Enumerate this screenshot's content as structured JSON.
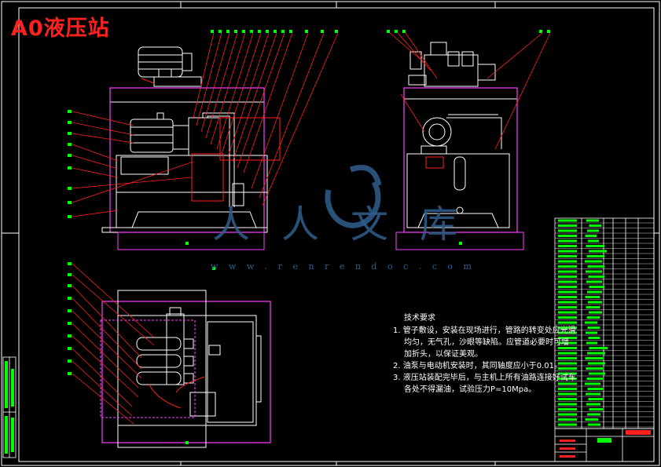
{
  "drawing": {
    "title": "A0液压站",
    "watermark_cn": "人人文库",
    "watermark_url": "w w w . r e n r e n d o c . c o m"
  },
  "notes": {
    "heading": "技术要求",
    "items": [
      "1. 管子敷设，安装在现场进行，管路的转变处应光滑",
      "均匀，无气孔，沙眼等缺陷。应管道必要时可增",
      "加折头，以保证美观。",
      "2. 油泵与电动机安装时，其同轴度应小于0.01。",
      "3. 液压站装配完毕后，与主机上所有油路连接好试车",
      "各处不得漏油，试验压力P=10Mpa。"
    ]
  },
  "colors": {
    "frame": "#ffffff",
    "red": "#ff2020",
    "magenta": "#ff40ff",
    "green": "#00ff00",
    "cyan": "#00e0ff",
    "yellow": "#ffff00",
    "watermark": "#2f5f8f"
  }
}
